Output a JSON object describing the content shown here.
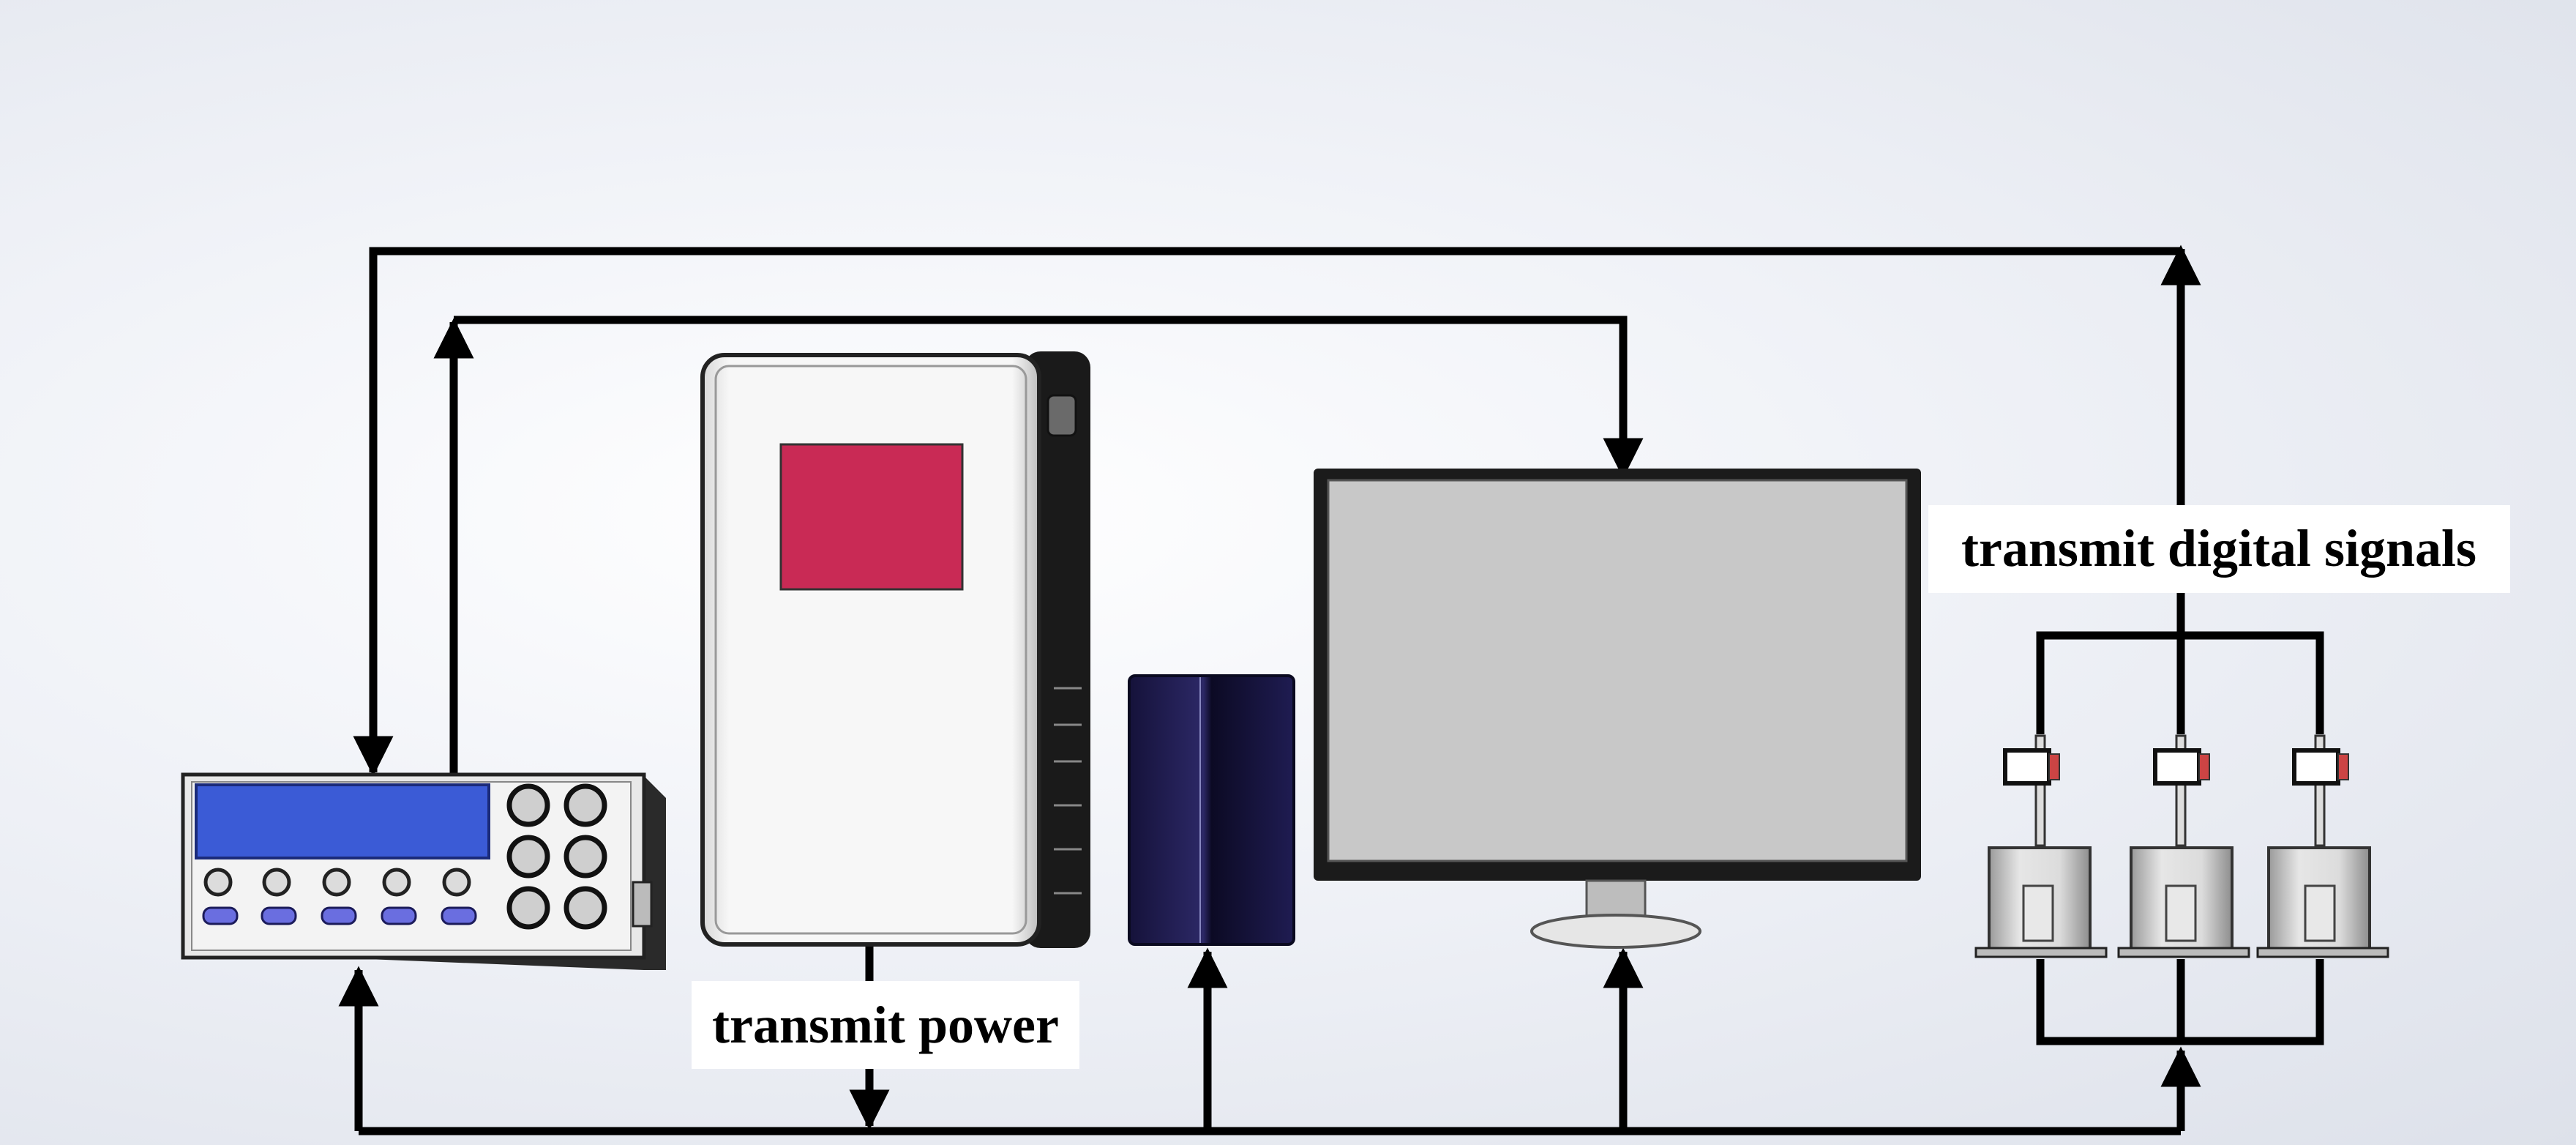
{
  "labels": {
    "digital": "transmit digital signals",
    "power": "transmit power"
  },
  "colors": {
    "line": "#000000",
    "controller_display": "#3b5bd6",
    "controller_button": "#6a6ee0",
    "supply_display": "#c92a55",
    "monitor_screen": "#c8c8c8",
    "device_body": "#1e1b4a"
  },
  "components": [
    "controller",
    "power-supply",
    "computer-unit",
    "monitor",
    "sensor-1",
    "sensor-2",
    "sensor-3"
  ]
}
